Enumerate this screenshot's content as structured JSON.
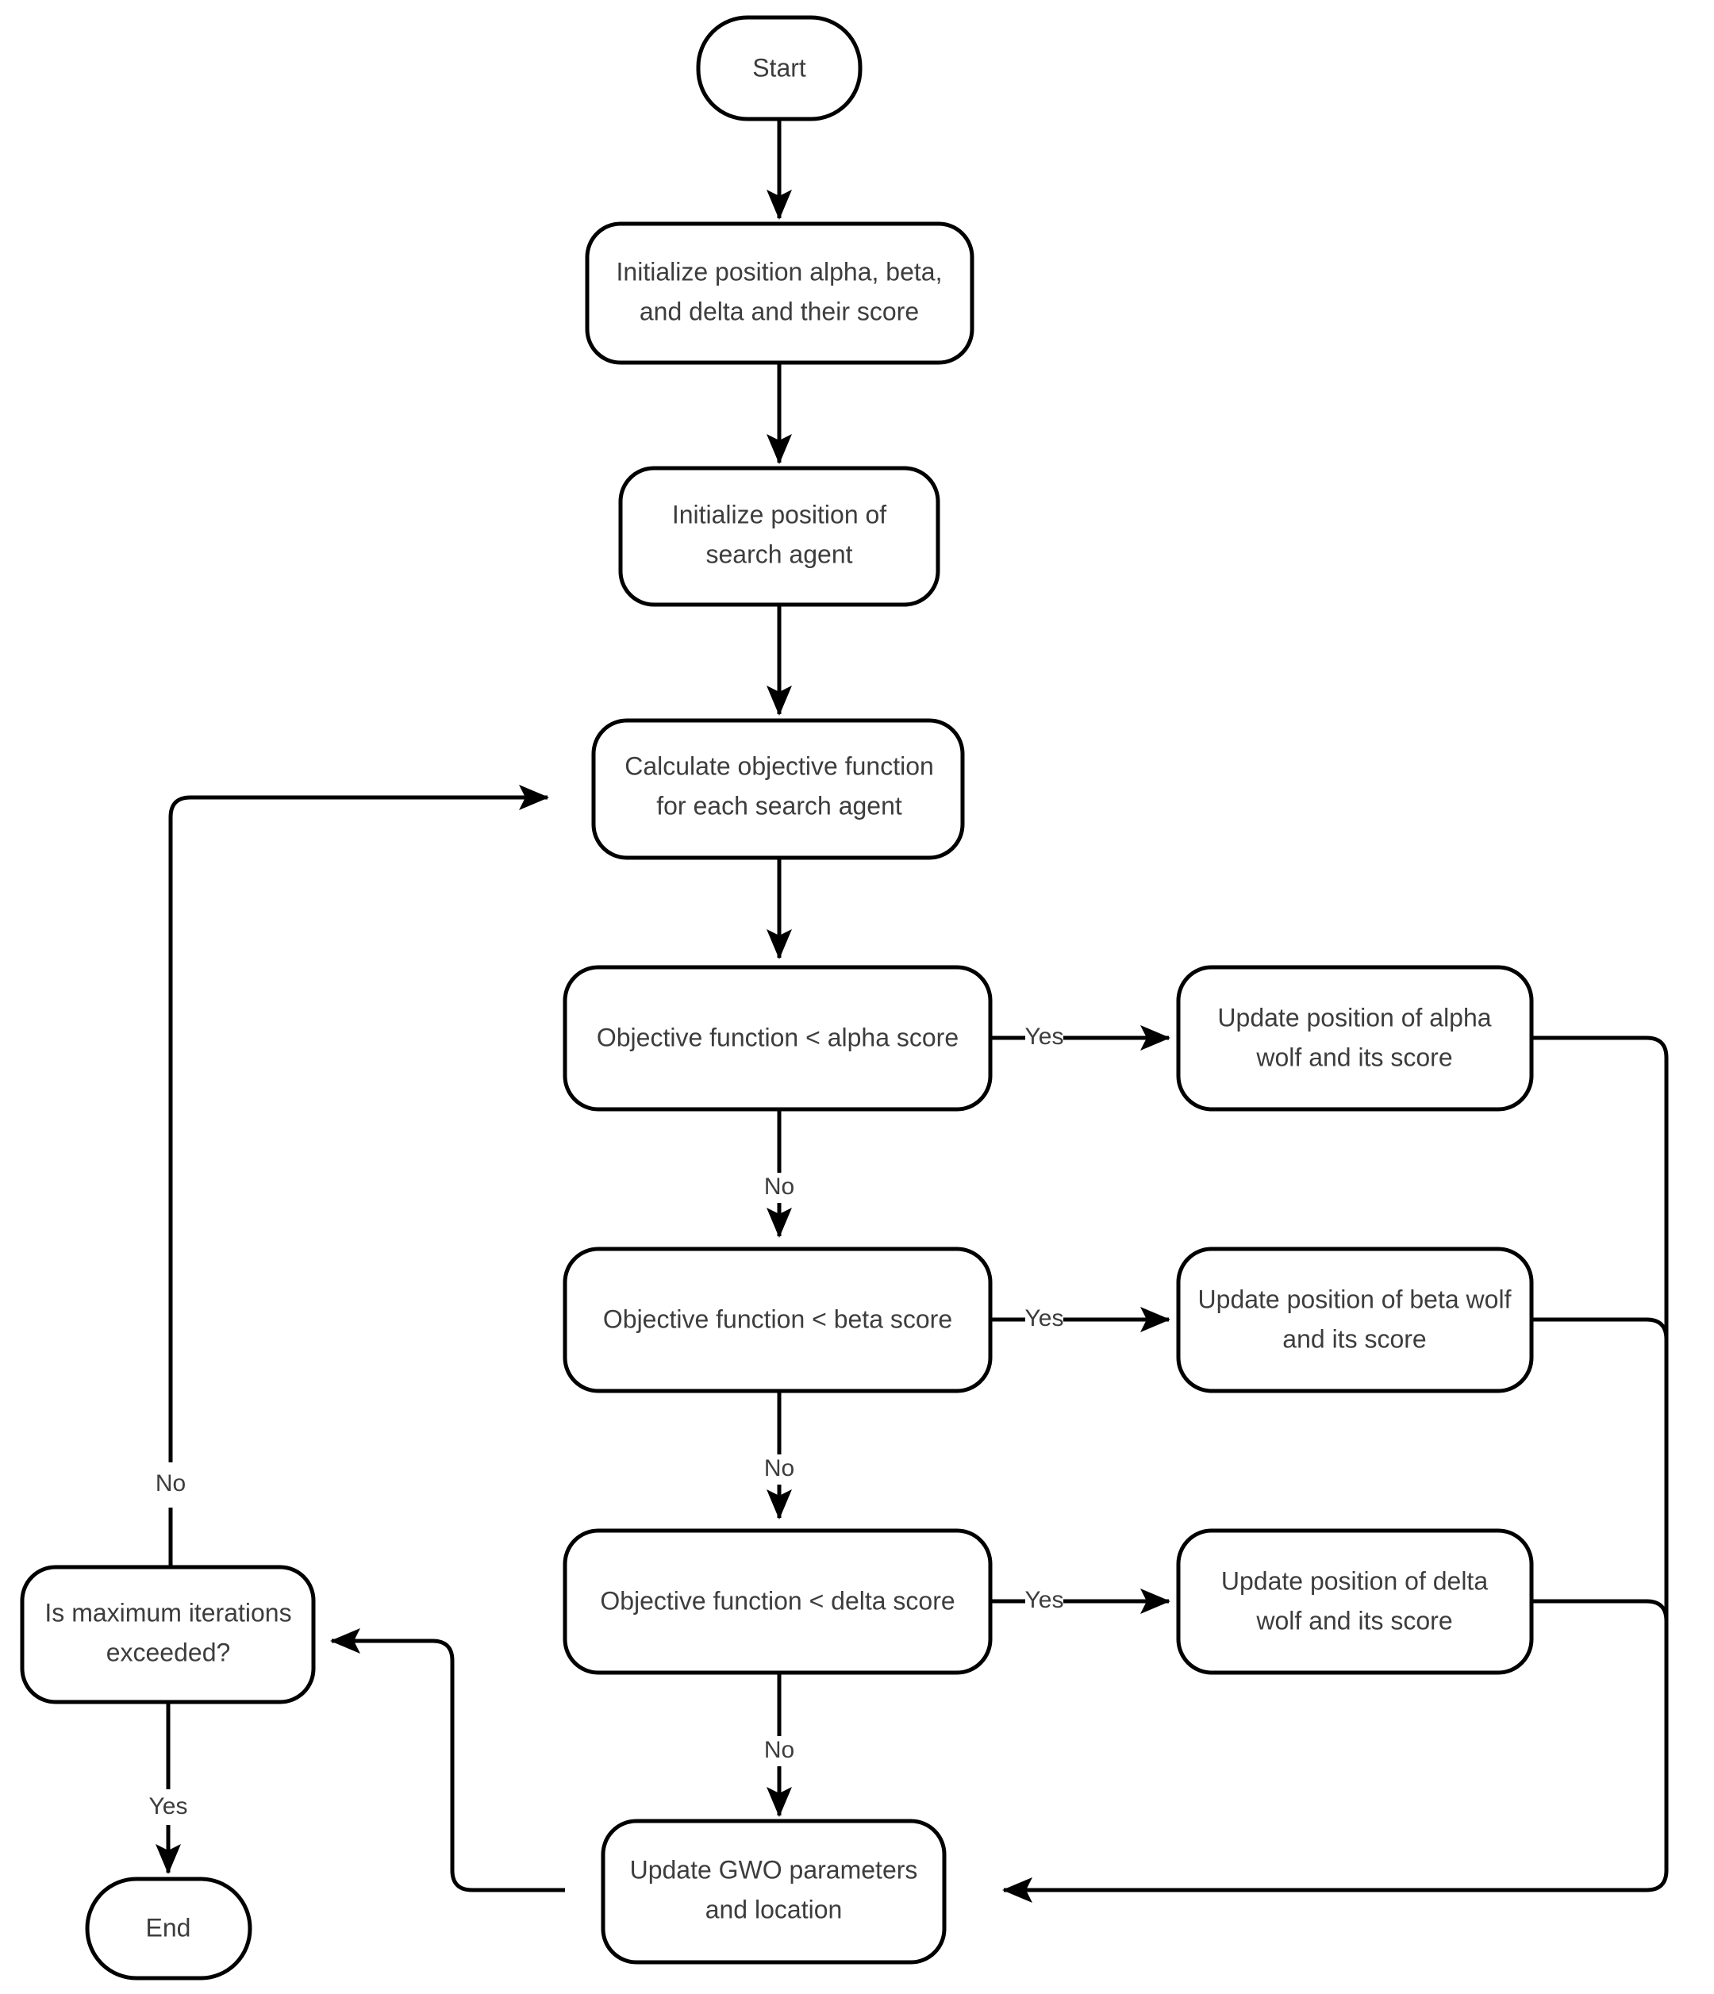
{
  "diagram": {
    "title": "Grey Wolf Optimizer (GWO) algorithm flowchart",
    "type": "flowchart",
    "background_color": "#ffffff",
    "stroke_color": "#000000",
    "text_color": "#3d3d3d",
    "nodes": {
      "start": {
        "label": "Start",
        "shape": "terminator"
      },
      "init_abd": {
        "line1": "Initialize position alpha, beta,",
        "line2": "and delta and their score",
        "shape": "process"
      },
      "init_agent": {
        "line1": "Initialize position of",
        "line2": "search agent",
        "shape": "process"
      },
      "calc_obj": {
        "line1": "Calculate objective function",
        "line2": "for each search agent",
        "shape": "process"
      },
      "dec_alpha": {
        "label": "Objective function < alpha score",
        "shape": "decision"
      },
      "dec_beta": {
        "label": "Objective function < beta score",
        "shape": "decision"
      },
      "dec_delta": {
        "label": "Objective function < delta score",
        "shape": "decision"
      },
      "upd_alpha": {
        "line1": "Update position of alpha",
        "line2": "wolf and its score",
        "shape": "process"
      },
      "upd_beta": {
        "line1": "Update position of beta wolf",
        "line2": "and its score",
        "shape": "process"
      },
      "upd_delta": {
        "line1": "Update position of delta",
        "line2": "wolf and its score",
        "shape": "process"
      },
      "upd_gwo": {
        "line1": "Update GWO parameters",
        "line2": "and location",
        "shape": "process"
      },
      "max_iter": {
        "line1": "Is maximum iterations",
        "line2": "exceeded?",
        "shape": "decision"
      },
      "end": {
        "label": "End",
        "shape": "terminator"
      }
    },
    "edge_labels": {
      "alpha_yes": "Yes",
      "alpha_no": "No",
      "beta_yes": "Yes",
      "beta_no": "No",
      "delta_yes": "Yes",
      "delta_no": "No",
      "iter_no": "No",
      "iter_yes": "Yes"
    }
  }
}
